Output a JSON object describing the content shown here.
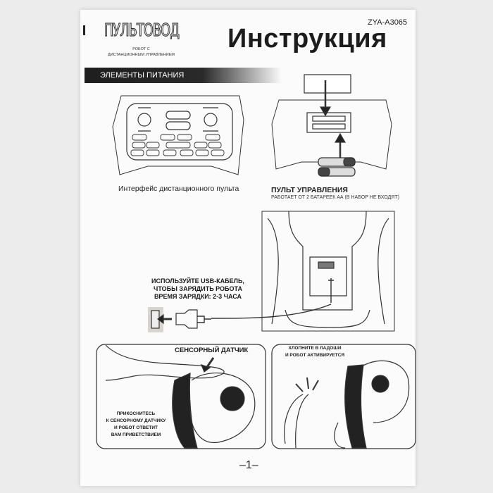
{
  "header": {
    "logo_text": "ПУЛЬТОВОД",
    "logo_subtitle_1": "РОБОТ С",
    "logo_subtitle_2": "ДИСТАНЦИОННЫМ УПРАВЛЕНИЕМ",
    "model": "ZYA-A3065",
    "title": "Инструкция"
  },
  "section": {
    "title": "ЭЛЕМЕНТЫ ПИТАНИЯ"
  },
  "remote": {
    "caption": "Интерфейс дистанционного пульта"
  },
  "battery": {
    "title": "ПУЛЬТ УПРАВЛЕНИЯ",
    "note": "РАБОТАЕТ ОТ 2 БАТАРЕЕК АА (В НАБОР НЕ ВХОДЯТ)"
  },
  "charging": {
    "line1": "ИСПОЛЬЗУЙТЕ USB-КАБЕЛЬ,",
    "line2": "ЧТОБЫ ЗАРЯДИТЬ РОБОТА",
    "line3": "ВРЕМЯ ЗАРЯДКИ: 2-3 ЧАСА"
  },
  "touch": {
    "label": "СЕНСОРНЫЙ ДАТЧИК",
    "lines": [
      "ПРИКОСНИТЕСЬ",
      "К СЕНСОРНОМУ ДАТЧИКУ",
      "И РОБОТ ОТВЕТИТ",
      "ВАМ ПРИВЕТСТВИЕМ"
    ]
  },
  "clap": {
    "lines": [
      "ХЛОПНИТЕ В ЛАДОШИ",
      "И РОБОТ АКТИВИРУЕТСЯ"
    ]
  },
  "footer": {
    "page_number": "–1–"
  }
}
